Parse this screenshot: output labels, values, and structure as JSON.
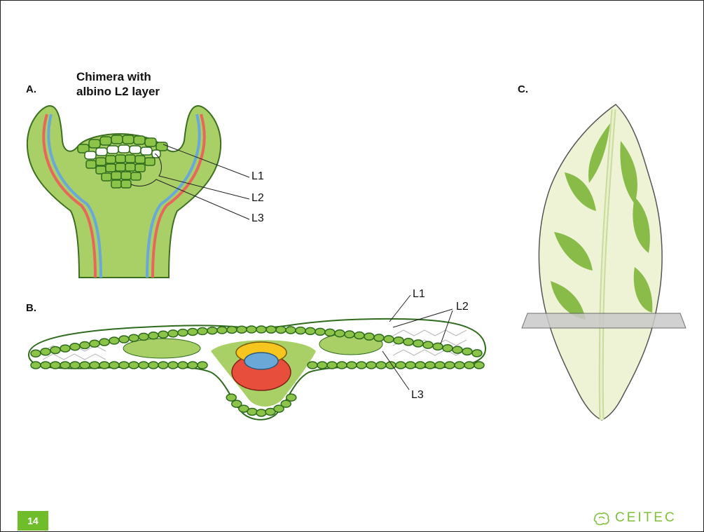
{
  "panels": {
    "a": {
      "label": "A.",
      "title_lines": [
        "Chimera with",
        "albino L2 layer"
      ],
      "layer_labels": [
        "L1",
        "L2",
        "L3"
      ]
    },
    "b": {
      "label": "B.",
      "layer_labels": [
        "L1",
        "L2",
        "L3"
      ]
    },
    "c": {
      "label": "C."
    }
  },
  "footer": {
    "page_number": "14",
    "logo_text": "CEITEC"
  },
  "colors": {
    "green_tissue": "#a9d067",
    "cell_green": "#8cc44a",
    "cell_border": "#2f6b1d",
    "albino_cell": "#ffffff",
    "vascular_red": "#e8675b",
    "vascular_blue": "#6aa8d8",
    "xylem_yellow": "#f6c51e",
    "phloem_red": "#e84e3c",
    "leaf_pale": "#eef3d6",
    "leaf_green": "#7fb53a",
    "accent_green": "#6fbd2a"
  }
}
